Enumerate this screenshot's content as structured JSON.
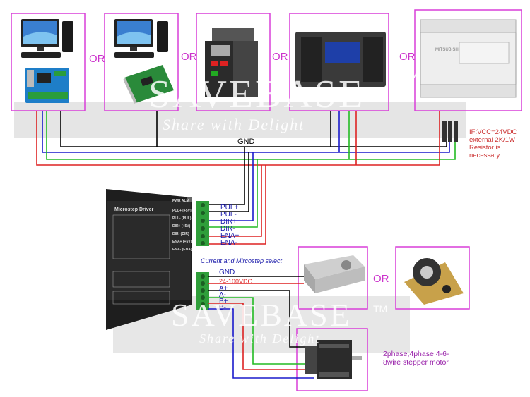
{
  "controllers": {
    "or_labels": [
      "OR",
      "OR",
      "OR",
      "OR"
    ],
    "resistor_note": "IF:VCC=24VDC external 2K/1W Resistor is necessary",
    "gnd": "GND",
    "plc_brand": "MITSUBISHI"
  },
  "watermark": {
    "title": "SAVEBASE",
    "tm": "TM",
    "slogan": "Share with Delight"
  },
  "driver": {
    "title": "Microstep Driver",
    "pwr_alm": "PWR  ALM",
    "signal_pins": [
      "PUL+",
      "PUL-",
      "DIR+",
      "DIR-",
      "ENA+",
      "ENA-"
    ],
    "current_select": "Current and Mircostep select",
    "power_pins": [
      "GND",
      "24-100VDC",
      "A+",
      "A-",
      "B+",
      "B-"
    ],
    "side_labels": [
      "PUL+ (+5V)",
      "PUL- (PUL)",
      "DIR+ (+5V)",
      "DIR- (DIR)",
      "ENA+ (+5V)",
      "ENA- (ENA)"
    ]
  },
  "power": {
    "or_label": "OR"
  },
  "motor": {
    "label": "2phase,4phase 4-6-8wire stepper motor"
  },
  "colors": {
    "frame": "#d93fd9",
    "gnd_wire": "#000000",
    "blue_wire": "#1a1acc",
    "green_wire": "#22bb22",
    "red_wire": "#dd2222",
    "terminal": "#2f9e3a"
  }
}
